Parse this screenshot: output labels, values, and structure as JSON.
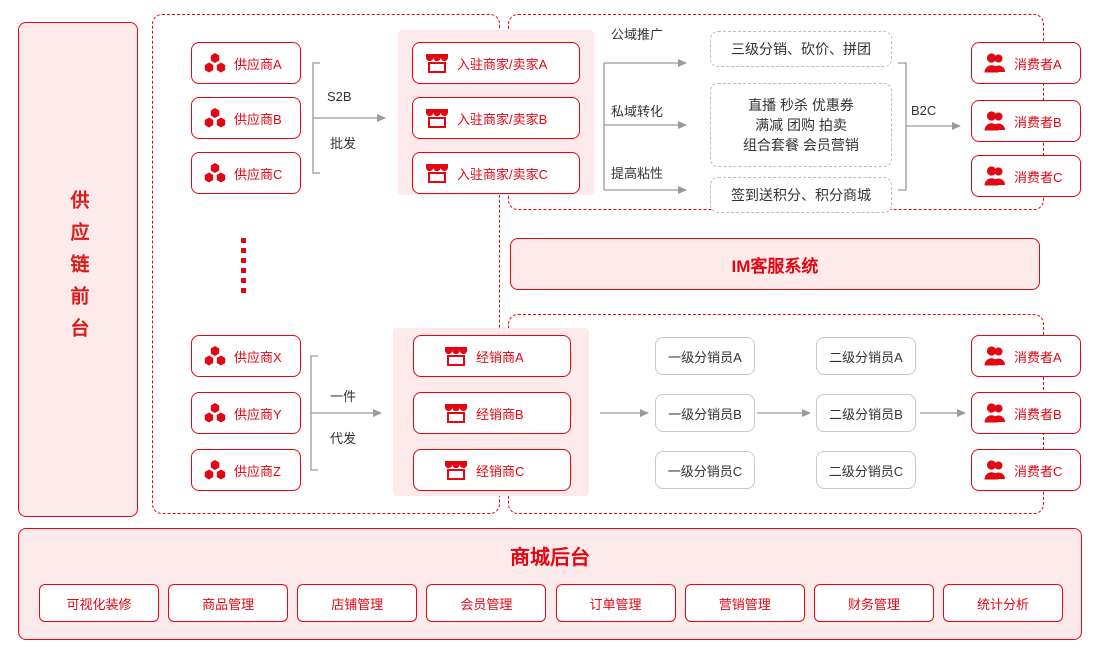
{
  "left_panel": {
    "label": "供应链前台"
  },
  "colors": {
    "brand": "#e30613",
    "panel_bg": "#fdeaea",
    "gray_line": "#9a9a9a",
    "gray_border": "#c9c9c9"
  },
  "top_flow": {
    "suppliers": [
      {
        "label": "供应商A",
        "icon": "hexagon-cluster-icon"
      },
      {
        "label": "供应商B",
        "icon": "hexagon-cluster-icon"
      },
      {
        "label": "供应商C",
        "icon": "hexagon-cluster-icon"
      }
    ],
    "bracket_labels": {
      "top": "S2B",
      "bottom": "批发"
    },
    "merchants": [
      {
        "label": "入驻商家/卖家A",
        "icon": "shop-icon"
      },
      {
        "label": "入驻商家/卖家B",
        "icon": "shop-icon"
      },
      {
        "label": "入驻商家/卖家C",
        "icon": "shop-icon"
      }
    ],
    "channel_labels": [
      "公域推广",
      "私域转化",
      "提高粘性"
    ],
    "marketing_boxes": [
      {
        "lines": [
          "三级分销、砍价、拼团"
        ]
      },
      {
        "lines": [
          "直播 秒杀 优惠券",
          "满减 团购 拍卖",
          "组合套餐 会员营销"
        ]
      },
      {
        "lines": [
          "签到送积分、积分商城"
        ]
      }
    ],
    "b2c_label": "B2C",
    "consumers": [
      {
        "label": "消费者A",
        "icon": "users-icon"
      },
      {
        "label": "消费者B",
        "icon": "users-icon"
      },
      {
        "label": "消费者C",
        "icon": "users-icon"
      }
    ]
  },
  "im_bar": {
    "label": "IM客服系统"
  },
  "bottom_flow": {
    "suppliers": [
      {
        "label": "供应商X",
        "icon": "hexagon-cluster-icon"
      },
      {
        "label": "供应商Y",
        "icon": "hexagon-cluster-icon"
      },
      {
        "label": "供应商Z",
        "icon": "hexagon-cluster-icon"
      }
    ],
    "bracket_labels": {
      "top": "一件",
      "bottom": "代发"
    },
    "dealers": [
      {
        "label": "经销商A",
        "icon": "shop-icon"
      },
      {
        "label": "经销商B",
        "icon": "shop-icon"
      },
      {
        "label": "经销商C",
        "icon": "shop-icon"
      }
    ],
    "level1": [
      "一级分销员A",
      "一级分销员B",
      "一级分销员C"
    ],
    "level2": [
      "二级分销员A",
      "二级分销员B",
      "二级分销员C"
    ],
    "consumers": [
      {
        "label": "消费者A",
        "icon": "users-icon"
      },
      {
        "label": "消费者B",
        "icon": "users-icon"
      },
      {
        "label": "消费者C",
        "icon": "users-icon"
      }
    ]
  },
  "backend": {
    "title": "商城后台",
    "buttons": [
      "可视化装修",
      "商品管理",
      "店铺管理",
      "会员管理",
      "订单管理",
      "营销管理",
      "财务管理",
      "统计分析"
    ]
  }
}
